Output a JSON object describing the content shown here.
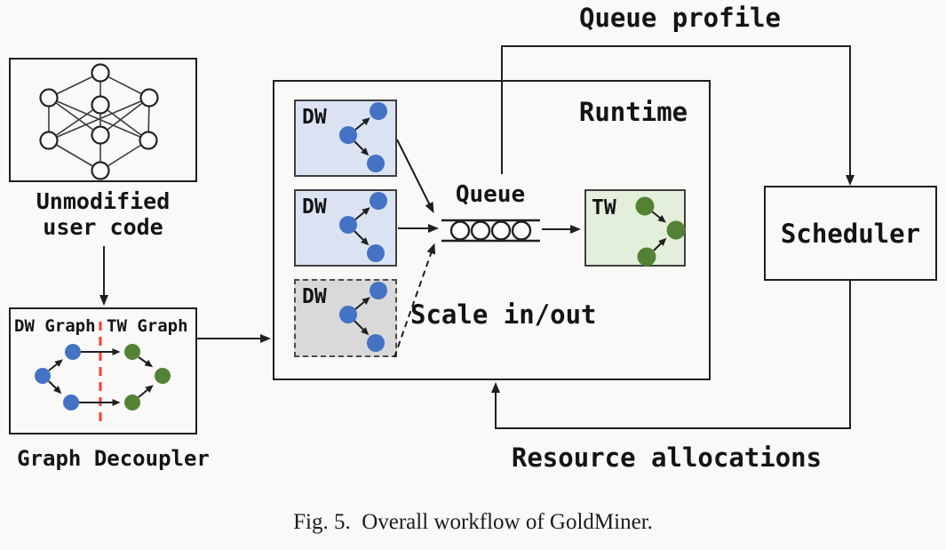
{
  "caption": "Fig. 5.  Overall workflow of GoldMiner.",
  "user_code": {
    "lines": [
      "Unmodified",
      "user code"
    ]
  },
  "decoupler": {
    "dw_header": "DW Graph",
    "tw_header": "TW Graph",
    "label": "Graph Decoupler"
  },
  "runtime": {
    "label": "Runtime",
    "workers": [
      {
        "label": "DW"
      },
      {
        "label": "DW"
      },
      {
        "label": "DW",
        "state": "scaled (dashed)"
      }
    ],
    "queue": {
      "label": "Queue",
      "slots": 4
    },
    "tw": {
      "label": "TW"
    },
    "scale_label": "Scale in/out"
  },
  "scheduler": {
    "label": "Scheduler"
  },
  "edges": {
    "queue_profile": "Queue profile",
    "resource_allocations": "Resource allocations"
  },
  "colors": {
    "background": "#faf9f7",
    "text": "#141414",
    "line": "#1f1f1f",
    "box_border": "#1f1f1f",
    "mini_border": "#3f3f3f",
    "dw_fill": "#dbe3f3",
    "gray_fill": "#d9d9d9",
    "tw_fill": "#e3efda",
    "blue_node": "#4472c4",
    "green_node": "#548235",
    "red_divider": "#ff3b30"
  }
}
